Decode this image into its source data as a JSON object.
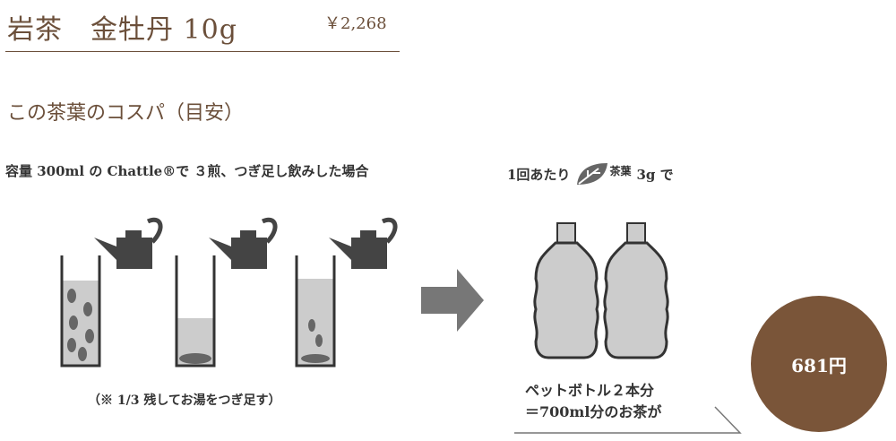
{
  "product": {
    "title": "岩茶　金牡丹 10g",
    "price": "￥2,268"
  },
  "section_title": "この茶葉のコスパ（目安）",
  "condition": "容量 300ml の Chattle®で ３煎、つぎ足し飲みした場合",
  "per_serving": {
    "prefix": "1回あたり",
    "leaf_label": "茶葉",
    "suffix": "3g で"
  },
  "note": "（※ 1/3 残してお湯をつぎ足す）",
  "result": {
    "line1": "ペットボトル２本分",
    "line2": "＝700ml分のお茶が"
  },
  "cost": "681円",
  "colors": {
    "brand": "#7a5539",
    "icon": "#4a4a4a"
  }
}
